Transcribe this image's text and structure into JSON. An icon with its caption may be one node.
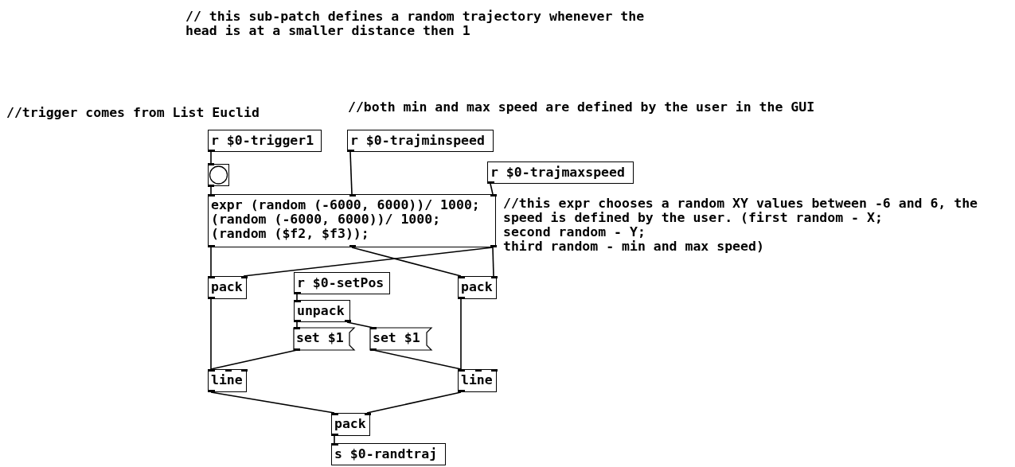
{
  "diagram": {
    "nodes": [
      {
        "text": [
          "r $0-trigger1"
        ]
      },
      {
        "text": [
          "r $0-trajminspeed"
        ]
      },
      {
        "text": [
          "r $0-trajmaxspeed"
        ]
      },
      {
        "text": [],
        "shape": "circle"
      },
      {
        "text": [
          "expr (random (-6000, 6000))/ 1000; (random (-6000, 6000))/ 1000; (random ($f2, $f3));"
        ]
      },
      {
        "text": [
          "pack"
        ]
      },
      {
        "text": [
          "r $0-setPos"
        ]
      },
      {
        "text": [
          "pack"
        ]
      },
      {
        "text": [
          "unpack"
        ]
      },
      {
        "text": [
          "set $1"
        ]
      },
      {
        "text": [
          "set $1"
        ]
      },
      {
        "text": [
          "line"
        ]
      },
      {
        "text": [
          "line"
        ]
      },
      {
        "text": [
          "pack"
        ]
      },
      {
        "text": [
          "s $0-randtraj"
        ]
      }
    ],
    "edges": [
      {
        "from": 0,
        "to": 3,
        "arrow": "none"
      },
      {
        "from": 3,
        "to": 4,
        "arrow": "none"
      },
      {
        "from": 1,
        "to": 4,
        "arrow": "none"
      },
      {
        "from": 2,
        "to": 4,
        "arrow": "none"
      },
      {
        "from": 4,
        "to": 5,
        "arrow": "none"
      },
      {
        "from": 4,
        "to": 7,
        "arrow": "none"
      },
      {
        "from": 4,
        "to": 5,
        "arrow": "none"
      },
      {
        "from": 4,
        "to": 7,
        "arrow": "none"
      },
      {
        "from": 6,
        "to": 8,
        "arrow": "none"
      },
      {
        "from": 8,
        "to": 9,
        "arrow": "none"
      },
      {
        "from": 8,
        "to": 10,
        "arrow": "none"
      },
      {
        "from": 5,
        "to": 11,
        "arrow": "none"
      },
      {
        "from": 9,
        "to": 11,
        "arrow": "none"
      },
      {
        "from": 7,
        "to": 12,
        "arrow": "none"
      },
      {
        "from": 10,
        "to": 12,
        "arrow": "none"
      },
      {
        "from": 11,
        "to": 13,
        "arrow": "none"
      },
      {
        "from": 12,
        "to": 13,
        "arrow": "none"
      },
      {
        "from": 13,
        "to": 14,
        "arrow": "none"
      }
    ],
    "labels": [
      "// this sub-patch defines a random trajectory whenever the head is at a smaller distance then 1",
      "//trigger comes from List Euclid",
      "//both min and max speed are defined by the user in the GUI",
      "//this expr chooses a random XY values between -6 and 6, the speed is defined by the user. (first random - X;",
      "second random - Y;",
      "third random - min and max speed)"
    ]
  }
}
